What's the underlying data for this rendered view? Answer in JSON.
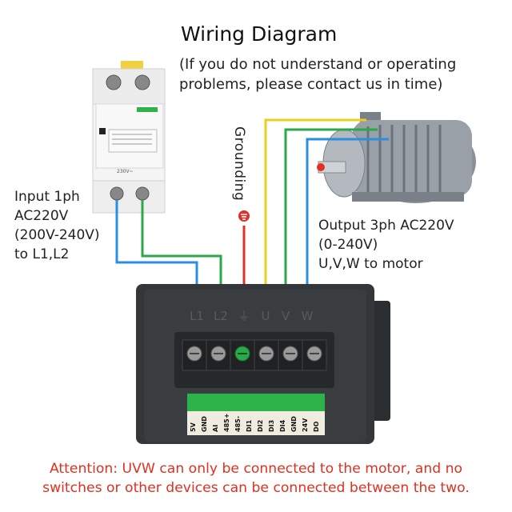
{
  "title": "Wiring Diagram",
  "subtitle_lines": [
    "(If you do not understand or operating",
    "problems, please contact us in time)"
  ],
  "input_label_lines": [
    "Input 1ph",
    "AC220V",
    "(200V-240V)",
    "to L1,L2"
  ],
  "output_label_lines": [
    "Output 3ph AC220V",
    "(0-240V)",
    "U,V,W to motor"
  ],
  "grounding_label": "Grounding",
  "terminal_labels": [
    "L1",
    "L2",
    "⏚",
    "U",
    "V",
    "W"
  ],
  "control_pins": [
    "5V",
    "GND",
    "AI",
    "485+",
    "485-",
    "DI1",
    "DI2",
    "DI3",
    "DI4",
    "GND",
    "24V",
    "DO"
  ],
  "breaker_text": [
    "230V~"
  ],
  "attention_lines": [
    "Attention: UVW can only be connected to the motor, and no",
    "switches or other devices can be connected between the two."
  ],
  "colors": {
    "wire_blue": "#2a8fe0",
    "wire_green": "#2aa84a",
    "wire_red": "#e0302a",
    "wire_yellow": "#e8d020",
    "attention": "#e03020"
  }
}
